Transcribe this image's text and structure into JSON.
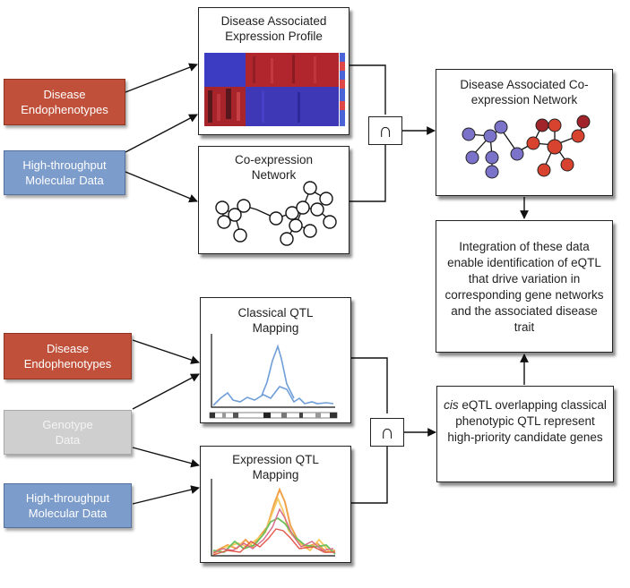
{
  "sources": {
    "endo_top": [
      "Disease",
      "Endophenotypes"
    ],
    "ht_top": [
      "High-throughput",
      "Molecular Data"
    ],
    "endo_bottom": [
      "Disease",
      "Endophenotypes"
    ],
    "genotype": [
      "Genotype",
      "Data"
    ],
    "ht_bottom": [
      "High-throughput",
      "Molecular Data"
    ]
  },
  "boxes": {
    "expression_profile": "Disease Associated Expression Profile",
    "coexpression": "Co-expression Network",
    "disease_network": "Disease  Associated Co-expression Network",
    "integration": "Integration of these data enable identification of eQTL that drive variation in corresponding gene networks and the associated disease trait",
    "classical_qtl": "Classical QTL Mapping",
    "expression_qtl": "Expression QTL Mapping",
    "cis_italic": "cis",
    "cis_rest": " eQTL overlapping classical phenotypic QTL represent high-priority candidate genes"
  },
  "intersection_symbol": "∩",
  "colors": {
    "endophenotype": "#c0503a",
    "molecular": "#7c9ccc",
    "genotype": "#cfcfcf",
    "node_blue": "#7b72c9",
    "node_red": "#d8432f"
  }
}
